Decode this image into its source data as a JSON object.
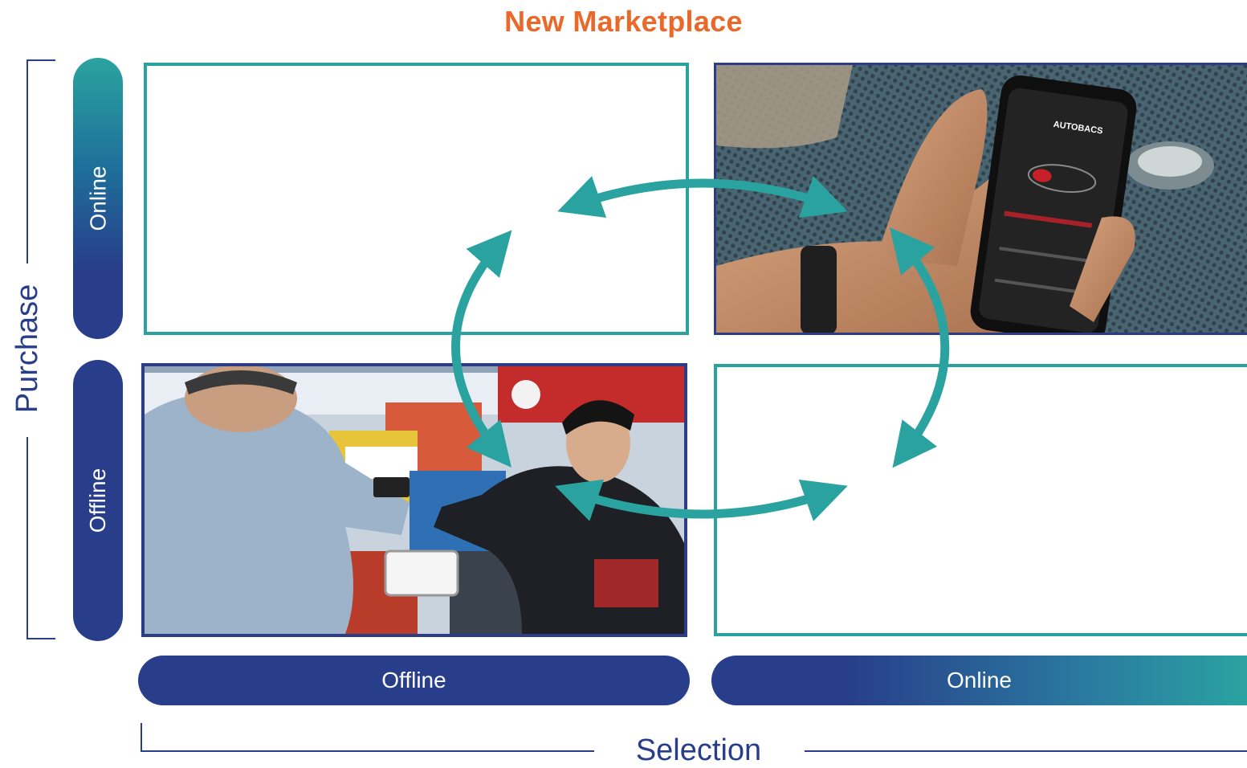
{
  "title": "New Marketplace",
  "axes": {
    "vertical": {
      "label": "Purchase",
      "top_label": "Online",
      "bottom_label": "Offline"
    },
    "horizontal": {
      "label": "Selection",
      "left_label": "Offline",
      "right_label": "Online"
    }
  },
  "quadrants": {
    "top_left": {
      "content": "empty"
    },
    "top_right": {
      "content": "photo",
      "subject": "hand holding smartphone showing car maintenance app",
      "app_brand": "AUTOBACS"
    },
    "bottom_left": {
      "content": "photo",
      "subject": "store staff assisting customer with dashcam in shop"
    },
    "bottom_right": {
      "content": "empty"
    }
  },
  "colors": {
    "title": "#e8692a",
    "navy": "#283e8a",
    "teal": "#2aa3a0"
  }
}
